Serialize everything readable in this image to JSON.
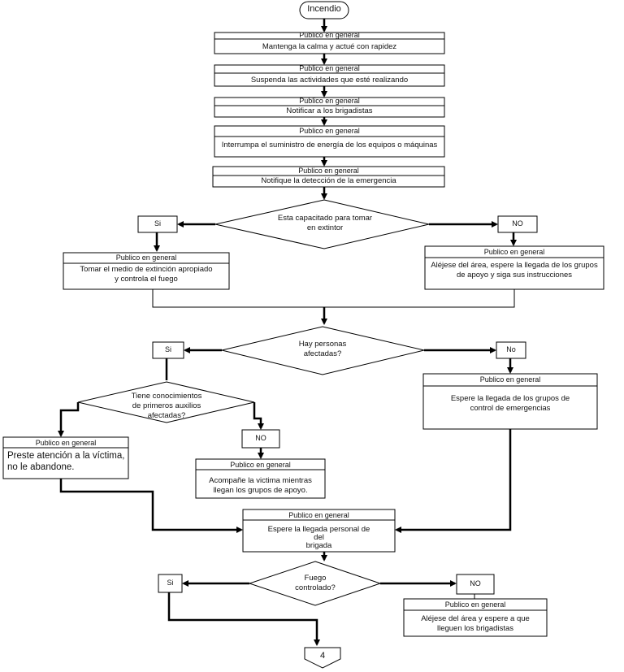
{
  "start": {
    "label": "Incendio"
  },
  "header": "Publico en general",
  "steps": [
    {
      "header": "Publico en general",
      "text": "Mantenga la calma y actué con rapidez"
    },
    {
      "header": "Publico en general",
      "text": "Suspenda las actividades que esté realizando"
    },
    {
      "header": "Publico en general",
      "text": "Notificar a los brigadistas"
    },
    {
      "header": "Publico en general",
      "text": "Interrumpa el suministro de energía de los equipos o  máquinas"
    },
    {
      "header": "Publico en general",
      "text": "Notifique la detección de la emergencia"
    }
  ],
  "decisions": {
    "extintor": {
      "text": "Esta capacitado para tomar\nen extintor",
      "yes": "Si",
      "no": "NO"
    },
    "afectadas": {
      "text": "Hay personas\nafectadas?",
      "yes": "Si",
      "no": "No"
    },
    "auxilios": {
      "text": "Tiene conocimientos\nde primeros auxilios\nafectadas?",
      "no": "NO"
    },
    "fuego": {
      "text": "Fuego\ncontrolado?",
      "yes": "Si",
      "no": "NO"
    }
  },
  "boxes": {
    "tomar": {
      "header": "Publico en general",
      "text": "Tomar el medio de extinción apropiado\ny controla el fuego"
    },
    "alejese1": {
      "header": "Publico en general",
      "text": "Aléjese del  área, espere la llegada de los grupos\nde apoyo y siga sus instrucciones"
    },
    "espere_grupos": {
      "header": "Publico en general",
      "text": "Espere la llegada de los grupos de\ncontrol de emergencias"
    },
    "preste": {
      "header": "Publico en general",
      "text": "Preste atención a la víctima,\nno le      abandone."
    },
    "acompane": {
      "header": "Publico en general",
      "text": "Acompañe la victima mientras\nllegan los grupos de apoyo."
    },
    "espere_brigada": {
      "header": "Publico en general",
      "text": "Espere la llegada   personal de\ndel\nbrigada"
    },
    "alejese2": {
      "header": "Publico en general",
      "text": "Aléjese del área  y espere a que\nlleguen los brigadistas"
    }
  },
  "end": {
    "label": "4"
  }
}
